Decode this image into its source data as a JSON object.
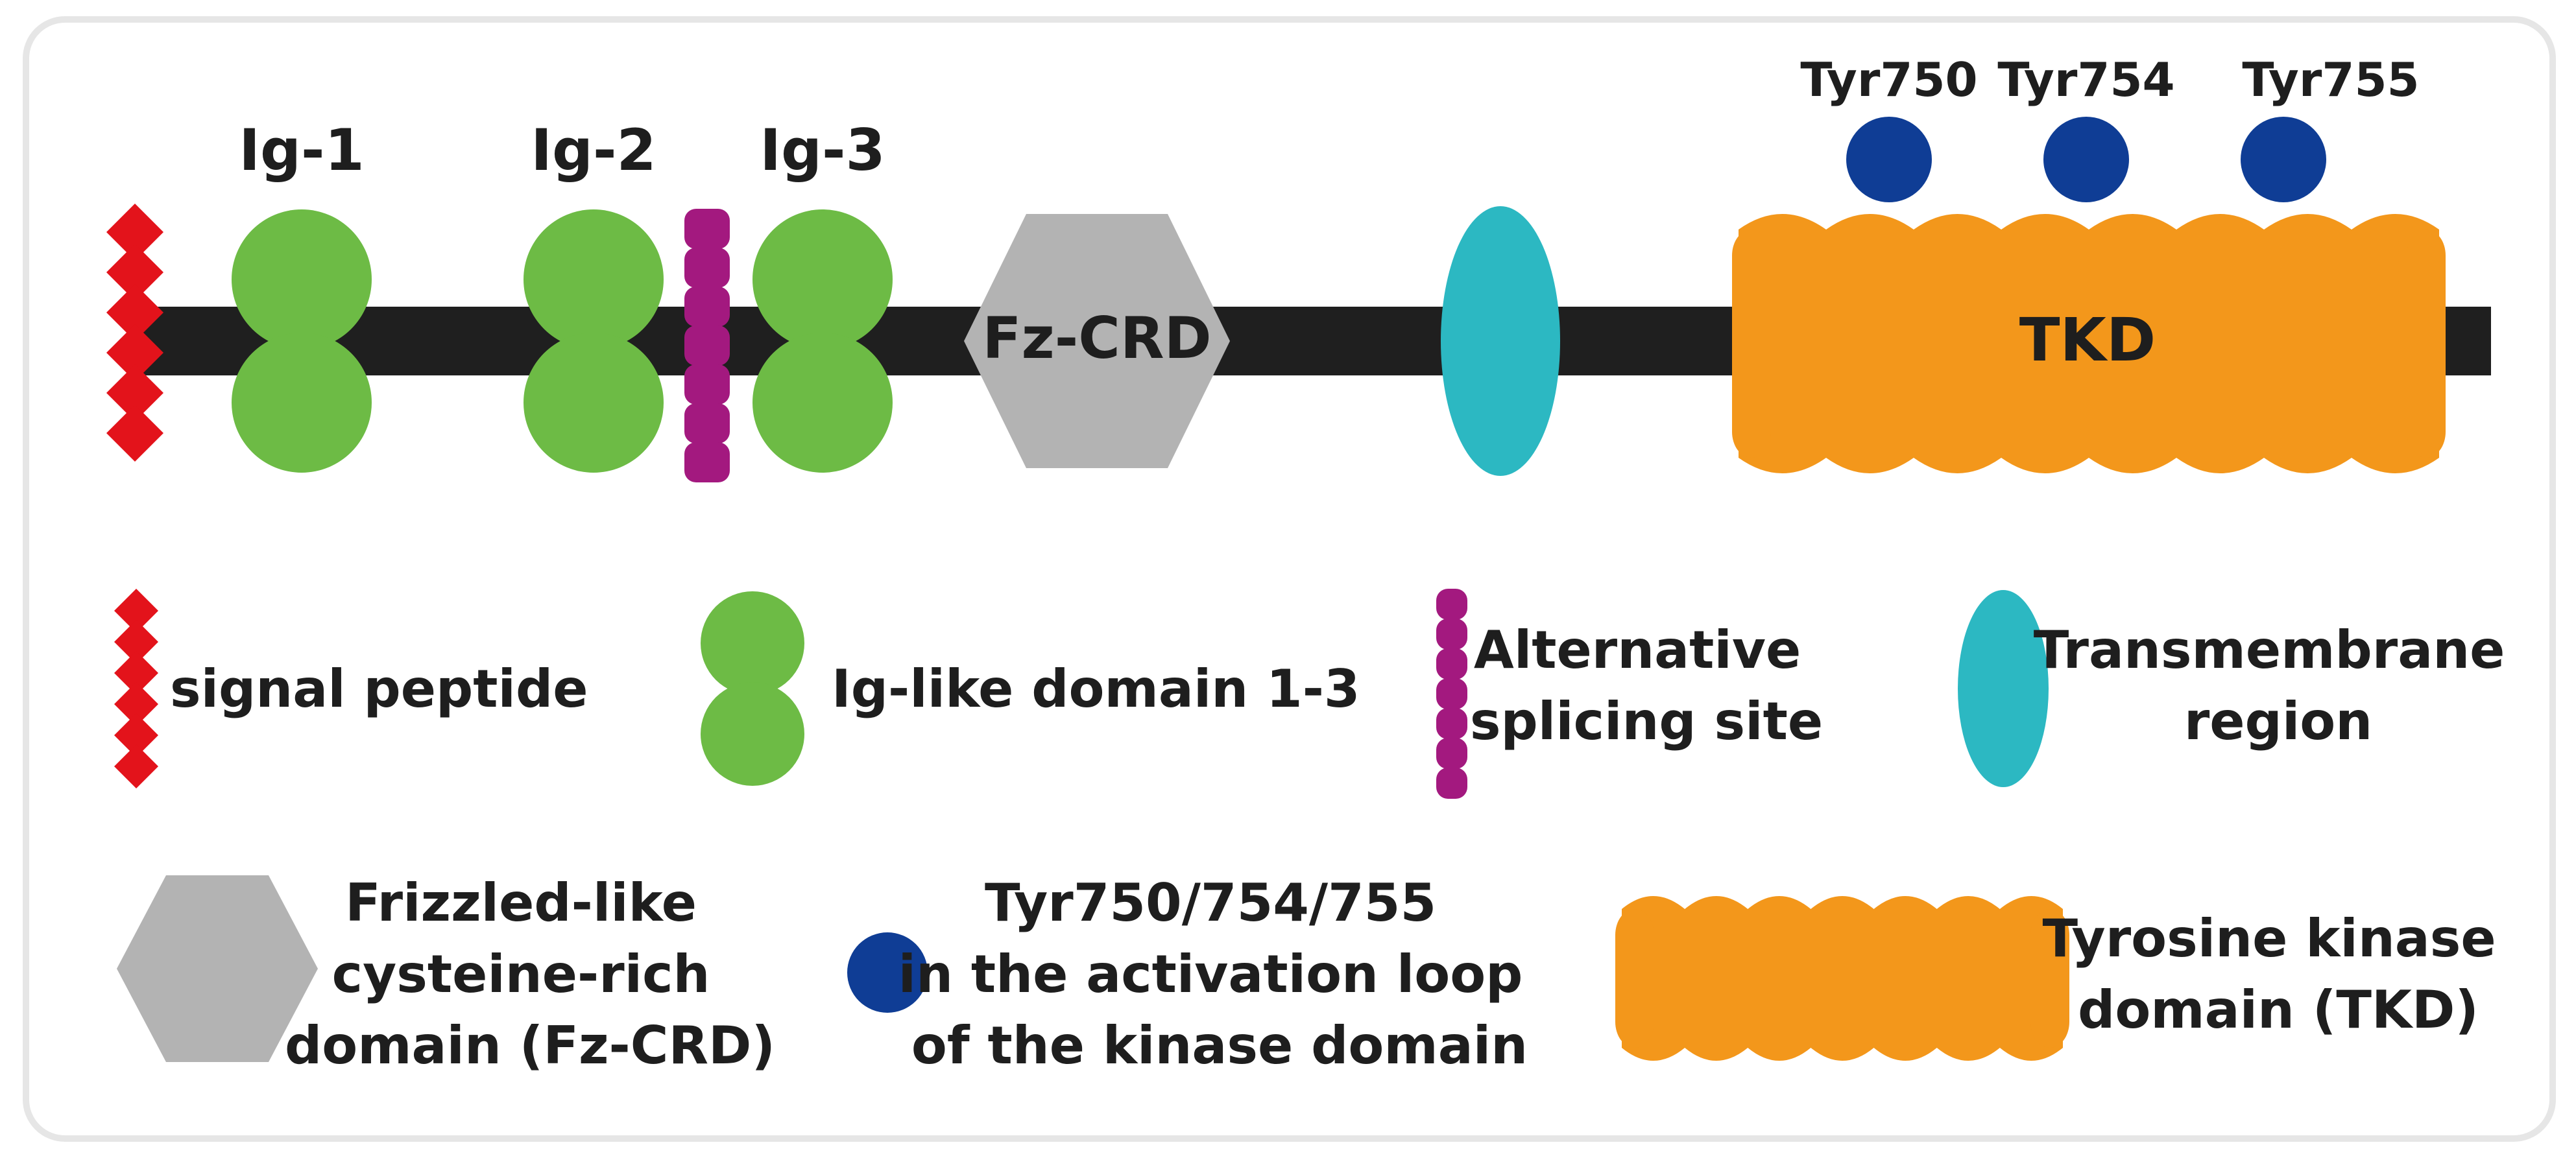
{
  "domain_labels": {
    "ig1": "Ig-1",
    "ig2": "Ig-2",
    "ig3": "Ig-3",
    "fz_crd": "Fz-CRD",
    "tkd": "TKD"
  },
  "tyrosine_sites": [
    "Tyr750",
    "Tyr754",
    "Tyr755"
  ],
  "legend": {
    "signal_peptide": [
      "signal peptide"
    ],
    "ig_like": [
      "Ig-like domain 1-3"
    ],
    "splicing": [
      "Alternative",
      "splicing site"
    ],
    "transmembrane": [
      "Transmembrane",
      "region"
    ],
    "frizzled": [
      "Frizzled-like",
      "cysteine-rich",
      "domain (Fz-CRD)"
    ],
    "tyrosine": [
      "Tyr750/754/755",
      "in the activation loop",
      "of the kinase domain"
    ],
    "tkd": [
      "Tyrosine kinase",
      "domain (TKD)"
    ]
  },
  "colors": {
    "backbone": "#1f1f1f",
    "signal_peptide": "#e3131b",
    "ig_domain": "#6dbb45",
    "splicing_site": "#a3197f",
    "fz_crd": "#b3b3b3",
    "transmembrane": "#2cb8c2",
    "tkd": "#f3971b",
    "tyrosine": "#0f3d95",
    "frame": "#e6e6e6"
  }
}
